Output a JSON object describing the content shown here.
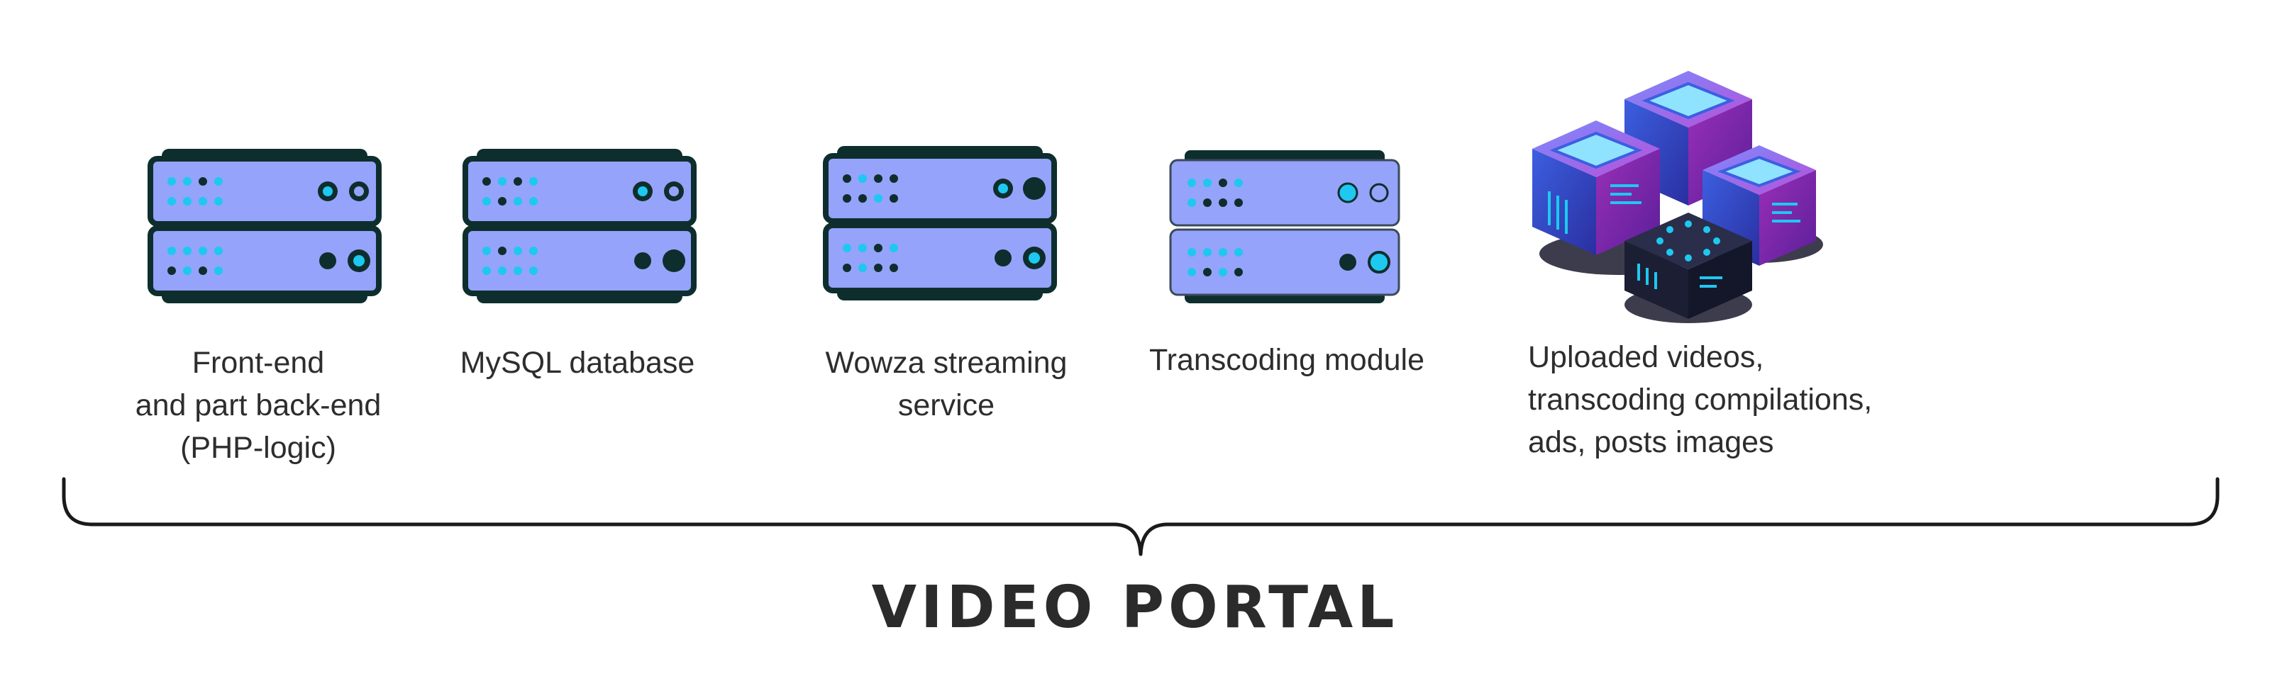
{
  "colors": {
    "server_body": "#95a3fa",
    "server_outline": "#0e2e2e",
    "led_cyan": "#1ec8f0",
    "led_dark": "#0e2e2e",
    "cube_blue": "#3c5fe0",
    "cube_purple": "#9a2fb8",
    "cube_screen": "#8fe3ff",
    "text": "#2b2b2b"
  },
  "components": [
    {
      "id": "frontend",
      "icon": "server-rack-icon",
      "label_lines": [
        "Front-end",
        "and part back-end",
        "(PHP-logic)"
      ]
    },
    {
      "id": "mysql",
      "icon": "server-rack-icon",
      "label_lines": [
        "MySQL database"
      ]
    },
    {
      "id": "wowza",
      "icon": "server-rack-icon",
      "label_lines": [
        "Wowza streaming",
        "service"
      ]
    },
    {
      "id": "transcoding",
      "icon": "server-rack-icon",
      "label_lines": [
        "Transcoding module"
      ]
    },
    {
      "id": "uploads",
      "icon": "storage-cubes-icon",
      "label_lines": [
        "Uploaded videos,",
        "transcoding compilations,",
        "ads, posts images"
      ]
    }
  ],
  "footer": {
    "title": "VIDEO PORTAL"
  }
}
